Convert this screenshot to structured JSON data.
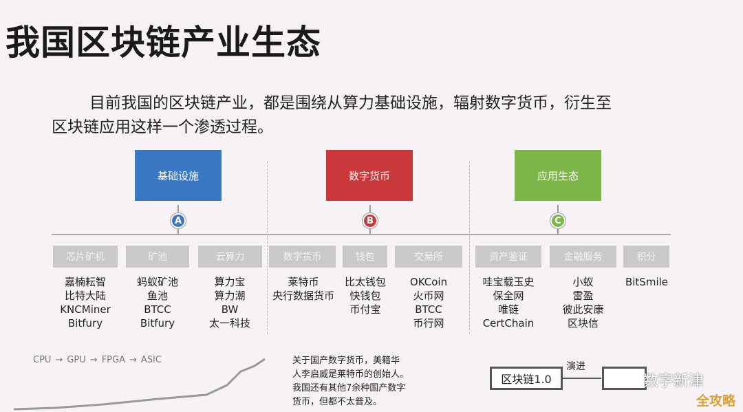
{
  "title": "我国区块链产业生态",
  "intro": {
    "line1": "目前我国的区块链产业，都是围绕从算力基础设施，辐射数字货币，衍生至",
    "line2": "区块链应用这样一个渗透过程。"
  },
  "colors": {
    "infrastructure": "#3a78c4",
    "currency": "#c9393b",
    "application": "#7cb648",
    "tag": "#c9c9c9"
  },
  "categories": [
    {
      "label": "基础设施",
      "marker": "A"
    },
    {
      "label": "数字货币",
      "marker": "B"
    },
    {
      "label": "应用生态",
      "marker": "C"
    }
  ],
  "tags": [
    {
      "label": "芯片矿机",
      "items": [
        "嘉楠耘智",
        "比特大陆",
        "KNCMiner",
        "Bitfury"
      ]
    },
    {
      "label": "矿池",
      "items": [
        "蚂蚁矿池",
        "鱼池",
        "BTCC",
        "Bitfury"
      ]
    },
    {
      "label": "云算力",
      "items": [
        "算力宝",
        "算力潮",
        "BW",
        "太一科技"
      ]
    },
    {
      "label": "数字货币",
      "items": [
        "莱特币",
        "央行数据货币"
      ]
    },
    {
      "label": "钱包",
      "items": [
        "比太钱包",
        "快钱包",
        "币付宝"
      ]
    },
    {
      "label": "交易所",
      "items": [
        "OKCoin",
        "火币网",
        "BTCC",
        "币行网"
      ]
    },
    {
      "label": "资产鉴证",
      "items": [
        "哇宝载玉史",
        "保全网",
        "唯链",
        "CertChain"
      ]
    },
    {
      "label": "金融服务",
      "items": [
        "小蚁",
        "雷盈",
        "彼此安康",
        "区块信"
      ]
    },
    {
      "label": "积分",
      "items": [
        "BitSmile"
      ]
    }
  ],
  "bottom": {
    "evolution": [
      "CPU",
      "GPU",
      "FPGA",
      "ASIC"
    ],
    "note": [
      "关于国产数字货币，美籍华",
      "人李启威是莱特币的创始人。",
      "我国还有其他7余种国产数字",
      "货币，但都不太普及。"
    ],
    "chain_box": "区块链1.0",
    "evolve_label": "演进"
  },
  "watermark": {
    "name": "数字新津",
    "brand": "全攻略"
  }
}
